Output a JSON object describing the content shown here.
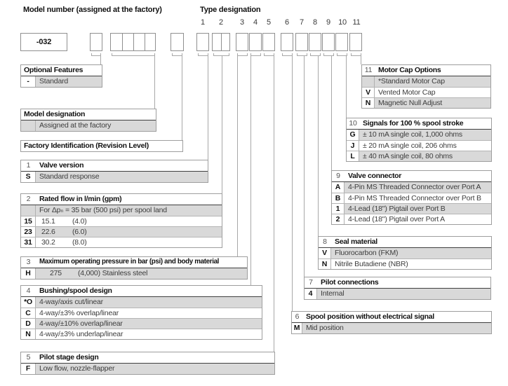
{
  "page": {
    "model_number_title": "Model number (assigned at the factory)",
    "type_designation_title": "Type designation",
    "model_number_value": "-032",
    "position_labels": [
      "1",
      "2",
      "3",
      "4",
      "5",
      "6",
      "7",
      "8",
      "9",
      "10",
      "11"
    ]
  },
  "tables": {
    "optional_features": {
      "title": "Optional Features",
      "rows": [
        {
          "key": "-",
          "value": "Standard"
        }
      ]
    },
    "model_designation": {
      "title": "Model designation",
      "rows": [
        {
          "key": "",
          "value": "Assigned at the factory"
        }
      ]
    },
    "factory_identification": {
      "title": "Factory Identification (Revision Level)"
    },
    "valve_version": {
      "num": "1",
      "title": "Valve version",
      "rows": [
        {
          "key": "S",
          "value": "Standard response"
        }
      ]
    },
    "rated_flow": {
      "num": "2",
      "title": "Rated flow in l/min (gpm)",
      "note": "For Δpₙ = 35 bar (500 psi) per spool land",
      "rows": [
        {
          "key": "15",
          "flow": "15.1",
          "gpm": "(4.0)"
        },
        {
          "key": "23",
          "flow": "22.6",
          "gpm": "(6.0)"
        },
        {
          "key": "31",
          "flow": "30.2",
          "gpm": "(8.0)"
        }
      ]
    },
    "max_pressure": {
      "num": "3",
      "title": "Maximum operating pressure in bar (psi) and body material",
      "rows": [
        {
          "key": "H",
          "flow": "275",
          "gpm": "(4,000) Stainless steel"
        }
      ]
    },
    "bushing_spool": {
      "num": "4",
      "title": "Bushing/spool design",
      "rows": [
        {
          "key": "*O",
          "value": "4-way/axis cut/linear"
        },
        {
          "key": "C",
          "value": "4-way/±3% overlap/linear"
        },
        {
          "key": "D",
          "value": "4-way/±10% overlap/linear"
        },
        {
          "key": "N",
          "value": "4-way/±3% underlap/linear"
        }
      ]
    },
    "pilot_stage": {
      "num": "5",
      "title": "Pilot stage design",
      "rows": [
        {
          "key": "F",
          "value": "Low flow, nozzle-flapper"
        }
      ]
    },
    "spool_position": {
      "num": "6",
      "title": "Spool position without electrical signal",
      "rows": [
        {
          "key": "M",
          "value": "Mid position"
        }
      ]
    },
    "pilot_connections": {
      "num": "7",
      "title": "Pilot connections",
      "rows": [
        {
          "key": "4",
          "value": "Internal"
        }
      ]
    },
    "seal_material": {
      "num": "8",
      "title": "Seal material",
      "rows": [
        {
          "key": "V",
          "value": "Fluorocarbon (FKM)"
        },
        {
          "key": "N",
          "value": "Nitrile Butadiene (NBR)"
        }
      ]
    },
    "valve_connector": {
      "num": "9",
      "title": "Valve connector",
      "rows": [
        {
          "key": "A",
          "value": "4-Pin MS Threaded Connector over Port A"
        },
        {
          "key": "B",
          "value": "4-Pin MS Threaded Connector over Port B"
        },
        {
          "key": "1",
          "value": "4-Lead (18\") Pigtail over Port B"
        },
        {
          "key": "2",
          "value": "4-Lead (18\") Pigtail over Port A"
        }
      ]
    },
    "signals": {
      "num": "10",
      "title": "Signals for 100 % spool stroke",
      "rows": [
        {
          "key": "G",
          "value": "± 10 mA single coil, 1,000 ohms"
        },
        {
          "key": "J",
          "value": "± 20 mA single coil, 206 ohms"
        },
        {
          "key": "L",
          "value": "± 40 mA single coil, 80 ohms"
        }
      ]
    },
    "motor_cap": {
      "num": "11",
      "title": "Motor Cap Options",
      "rows": [
        {
          "key": "",
          "value": "*Standard Motor Cap"
        },
        {
          "key": "V",
          "value": "Vented Motor Cap"
        },
        {
          "key": "N",
          "value": "Magnetic Null Adjust"
        }
      ]
    }
  },
  "colors": {
    "shaded_row": "#d9d9d9",
    "table_border": "#9e9e9e",
    "connector_line": "#a8a8a8",
    "header_underline": "#3f3f3f"
  }
}
